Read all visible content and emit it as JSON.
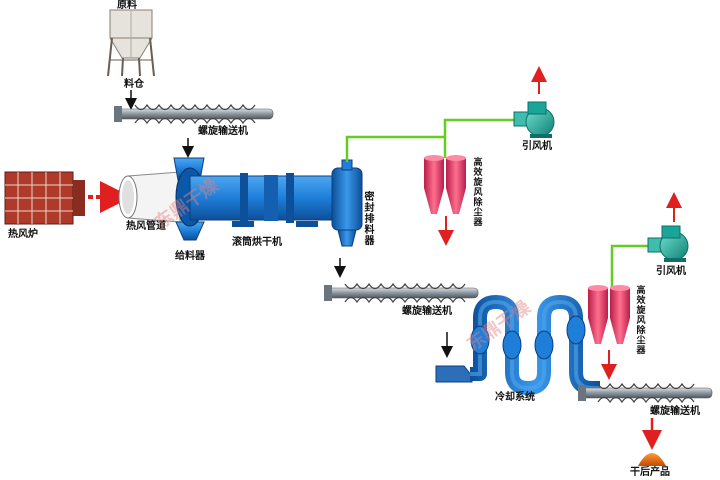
{
  "labels": {
    "raw_material": "原料",
    "bin": "料仓",
    "screw_conveyor_1": "螺旋输送机",
    "hot_air_furnace": "热风炉",
    "hot_air_duct": "热风管道",
    "feeder": "给料器",
    "rotary_dryer": "滚筒烘干机",
    "sealed_discharger": "密封排料器",
    "cyclone_1": "高效旋风除尘器",
    "induced_fan_1": "引风机",
    "screw_conveyor_2": "螺旋输送机",
    "cooling_system": "冷却系统",
    "cyclone_2": "高效旋风除尘器",
    "induced_fan_2": "引风机",
    "screw_conveyor_3": "螺旋输送机",
    "dry_product": "干后产品"
  },
  "watermark": "东鼎干燥",
  "colors": {
    "dryer_blue": "#1e7ed8",
    "cyclone_pink": "#e8406a",
    "fan_teal": "#1aa59a",
    "duct_green": "#66cc22",
    "arrow_red": "#e02020",
    "furnace_brick": "#b03a2a",
    "product_orange": "#e06a10"
  }
}
